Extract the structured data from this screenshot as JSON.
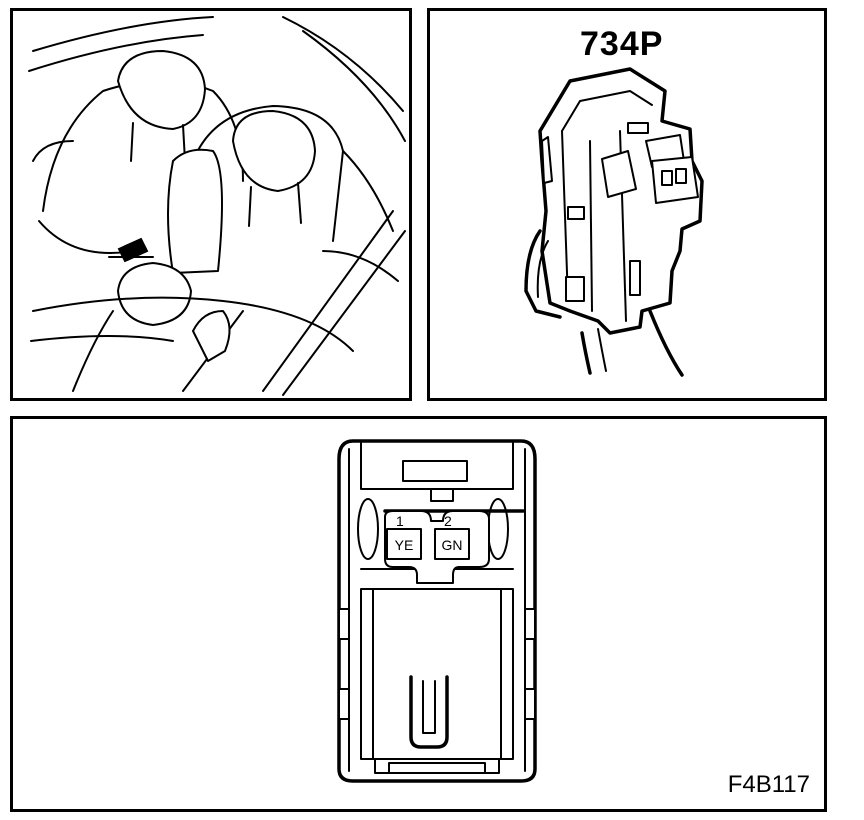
{
  "connector": {
    "code": "734P",
    "pins": [
      {
        "number": "1",
        "wire_color": "YE"
      },
      {
        "number": "2",
        "wire_color": "GN"
      }
    ]
  },
  "figure": {
    "id": "F4B117"
  }
}
